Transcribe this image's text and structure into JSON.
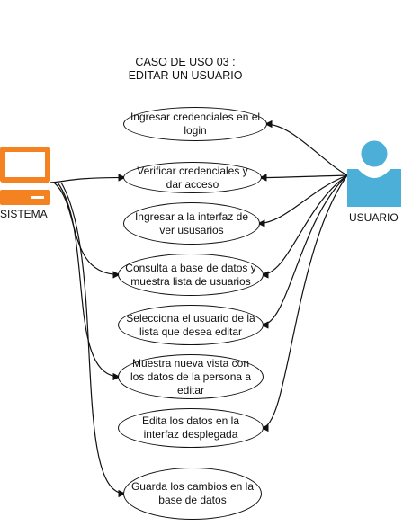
{
  "title": {
    "line1": "CASO DE USO 03 :",
    "line2": "EDITAR UN USUARIO"
  },
  "actors": {
    "system": {
      "label": "SISTEMA",
      "icon": "computer-icon",
      "color": "#F58220"
    },
    "user": {
      "label": "USUARIO",
      "icon": "user-icon",
      "color": "#4BAFD8"
    }
  },
  "use_cases": [
    {
      "text": "Ingresar credenciales en el login"
    },
    {
      "text": "Verificar credenciales y dar acceso"
    },
    {
      "text": "Ingresar a la interfaz de ver ususarios"
    },
    {
      "text": "Consulta a base de datos y muestra lista de usuarios"
    },
    {
      "text": "Selecciona el usuario de la lista que desea editar"
    },
    {
      "text": "Muestra nueva vista con los datos de la persona a editar"
    },
    {
      "text": "Edita los datos en la interfaz desplegada"
    },
    {
      "text": "Guarda los cambios en la base de datos"
    }
  ],
  "associations": {
    "system": [
      1,
      3,
      5,
      7
    ],
    "user": [
      0,
      1,
      2,
      3,
      4,
      6
    ]
  }
}
